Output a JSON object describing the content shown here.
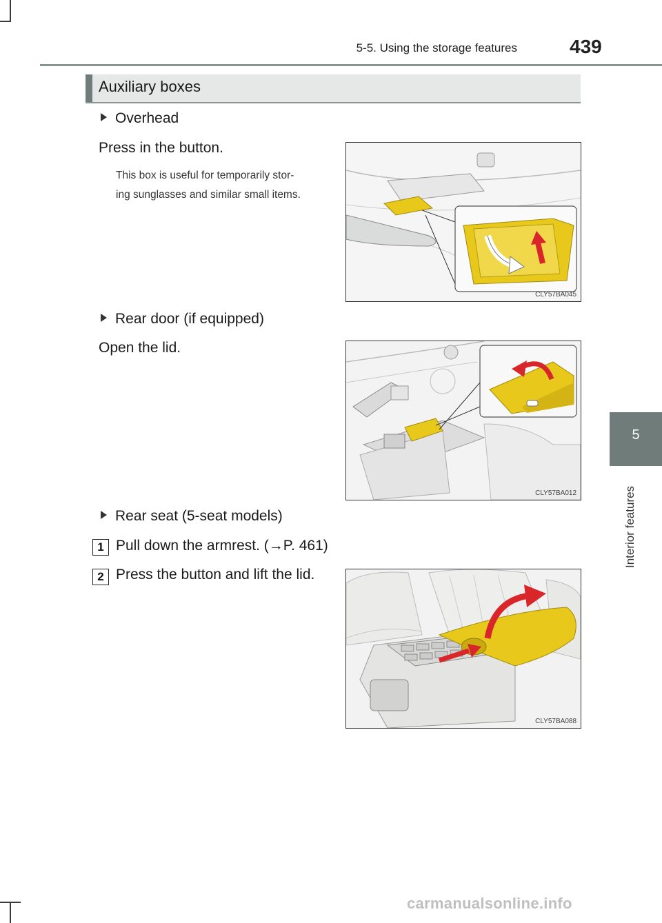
{
  "header": {
    "section": "5-5. Using the storage features",
    "page_number": "439"
  },
  "chapter": {
    "number": "5",
    "title": "Interior features"
  },
  "section_heading": "Auxiliary boxes",
  "items": [
    {
      "bullet": "Overhead",
      "instruction": "Press in the button.",
      "note_line1": "This box is useful for temporarily stor-",
      "note_line2": "ing sunglasses and similar small items.",
      "figure_code": "CLY57BA045"
    },
    {
      "bullet": "Rear door (if equipped)",
      "instruction": "Open the lid.",
      "figure_code": "CLY57BA012"
    },
    {
      "bullet": "Rear seat (5-seat models)",
      "steps": [
        {
          "num": "1",
          "text": "Pull down the armrest. (→P. 461)"
        },
        {
          "num": "2",
          "text": "Press the button and lift the lid."
        }
      ],
      "figure_code": "CLY57BA088"
    }
  ],
  "colors": {
    "accent_gray": "#707c7a",
    "bar_gray": "#e6e8e8",
    "highlight_yellow": "#e8c81a",
    "arrow_red": "#d8262a"
  },
  "watermark": "carmanualsonline.info"
}
